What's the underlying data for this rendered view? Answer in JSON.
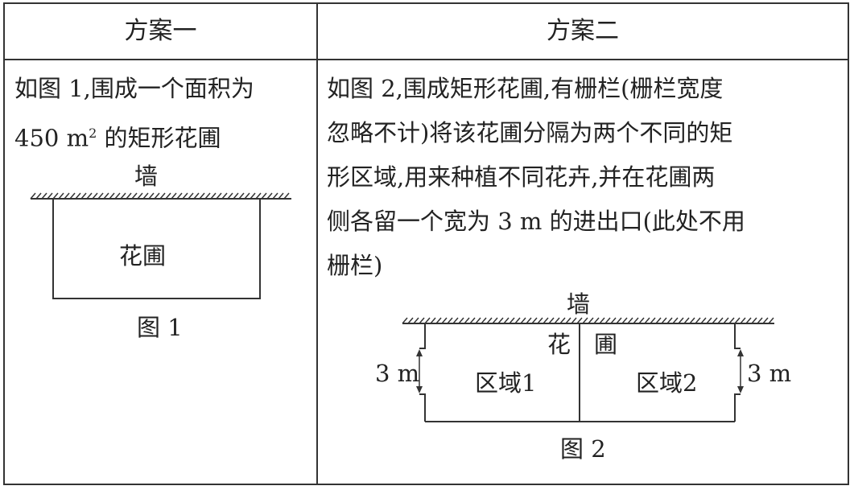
{
  "header": {
    "plan1": "方案一",
    "plan2": "方案二"
  },
  "plan1": {
    "line1": "如图 1,围成一个面积为",
    "line2_num": "450",
    "line2_unit": "m",
    "line2_sup": "2",
    "line2_rest": "的矩形花圃",
    "wall": "墙",
    "garden": "花圃",
    "caption": "图 1"
  },
  "plan2": {
    "lines": [
      "如图 2,围成矩形花圃,有栅栏(栅栏宽度",
      "忽略不计)将该花圃分隔为两个不同的矩",
      "形区域,用来种植不同花卉,并在花圃两",
      "侧各留一个宽为 3 m 的进出口(此处不用",
      "栅栏)"
    ],
    "wall": "墙",
    "garden_char1": "花",
    "garden_char2": "圃",
    "region1": "区域1",
    "region2": "区域2",
    "left_dim": "3 m",
    "right_dim": "3 m",
    "caption": "图 2"
  }
}
